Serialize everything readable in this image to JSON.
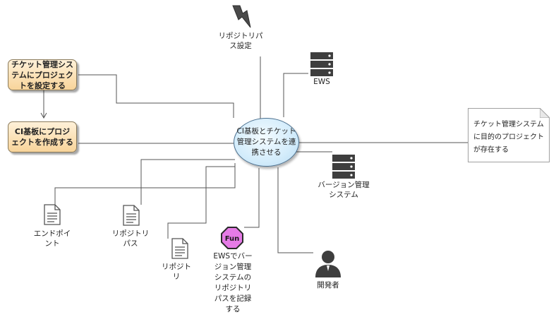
{
  "processes": {
    "set_project": "チケット管理システムにプロジェクトを設定する",
    "create_ci": "CI基板にプロジェクトを作成する"
  },
  "goal": {
    "label": "CI基板とチケット管理システムを連携させる"
  },
  "note": {
    "text": "チケット管理システムに目的のプロジェクトが存在する"
  },
  "elements": {
    "repo_path_setting": "リポジトリパス設定",
    "ews": "EWS",
    "vcs": "バージョン管理システム",
    "endpoint": "エンドポイント",
    "repo_path_doc": "リポジトリパス",
    "repo_doc": "リポジトリ",
    "fun_badge": "Fun",
    "fun_label": "EWSでバージョン管理システムのリポジトリパスを記録する",
    "developer": "開発者"
  },
  "colors": {
    "process_fill": "#f8d49a",
    "goal_fill": "#d3ecfb",
    "fun_fill": "#e57be6",
    "icon_dark": "#3e3e3e",
    "line": "#555555"
  },
  "icons": {
    "lightning": "lightning-icon",
    "server": "server-icon",
    "document": "document-icon",
    "function": "function-icon",
    "person": "person-icon"
  }
}
